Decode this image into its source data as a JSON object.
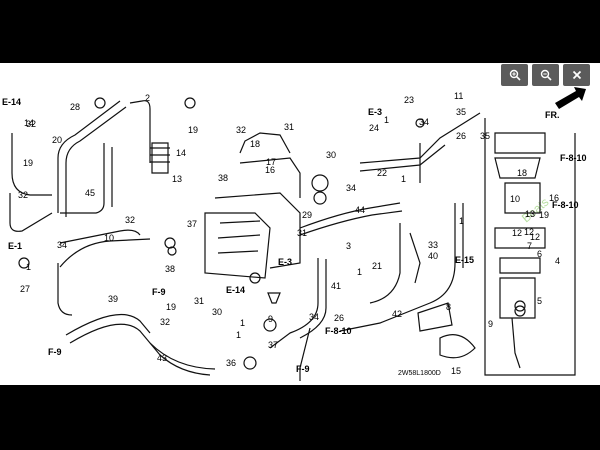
{
  "toolbar": {
    "zoom_in_icon": "magnifier-plus",
    "zoom_out_icon": "magnifier-minus",
    "close_icon": "x"
  },
  "diagram": {
    "direction_label": "FR.",
    "drawing_code": "2W58L1800D",
    "watermark": "Boats",
    "references": [
      "E-14",
      "E-1",
      "F-9",
      "F-9",
      "E-3",
      "E-3",
      "E-14",
      "E-15",
      "F-8-10",
      "F-8-10",
      "F-8-10",
      "F-9"
    ],
    "callouts": [
      "14",
      "32",
      "28",
      "2",
      "20",
      "19",
      "32",
      "19",
      "45",
      "32",
      "14",
      "13",
      "10",
      "34",
      "27",
      "1",
      "39",
      "19",
      "32",
      "37",
      "38",
      "32",
      "31",
      "18",
      "30",
      "17",
      "38",
      "31",
      "30",
      "22",
      "44",
      "16",
      "29",
      "3",
      "9",
      "1",
      "36",
      "37",
      "1",
      "43",
      "23",
      "24",
      "3",
      "1",
      "26",
      "34",
      "1",
      "31",
      "34",
      "35",
      "12",
      "13",
      "11",
      "12",
      "33",
      "40",
      "41",
      "1",
      "26",
      "21",
      "42",
      "8",
      "1",
      "5",
      "6",
      "7",
      "9",
      "10",
      "12",
      "13",
      "15",
      "4",
      "16",
      "18",
      "19",
      "21",
      "11",
      "35",
      "34",
      "30"
    ]
  },
  "colors": {
    "background": "#000000",
    "diagram_bg": "#ffffff",
    "line": "#111111",
    "button_bg": "#5b5b5b",
    "watermark": "#9ad27a"
  }
}
